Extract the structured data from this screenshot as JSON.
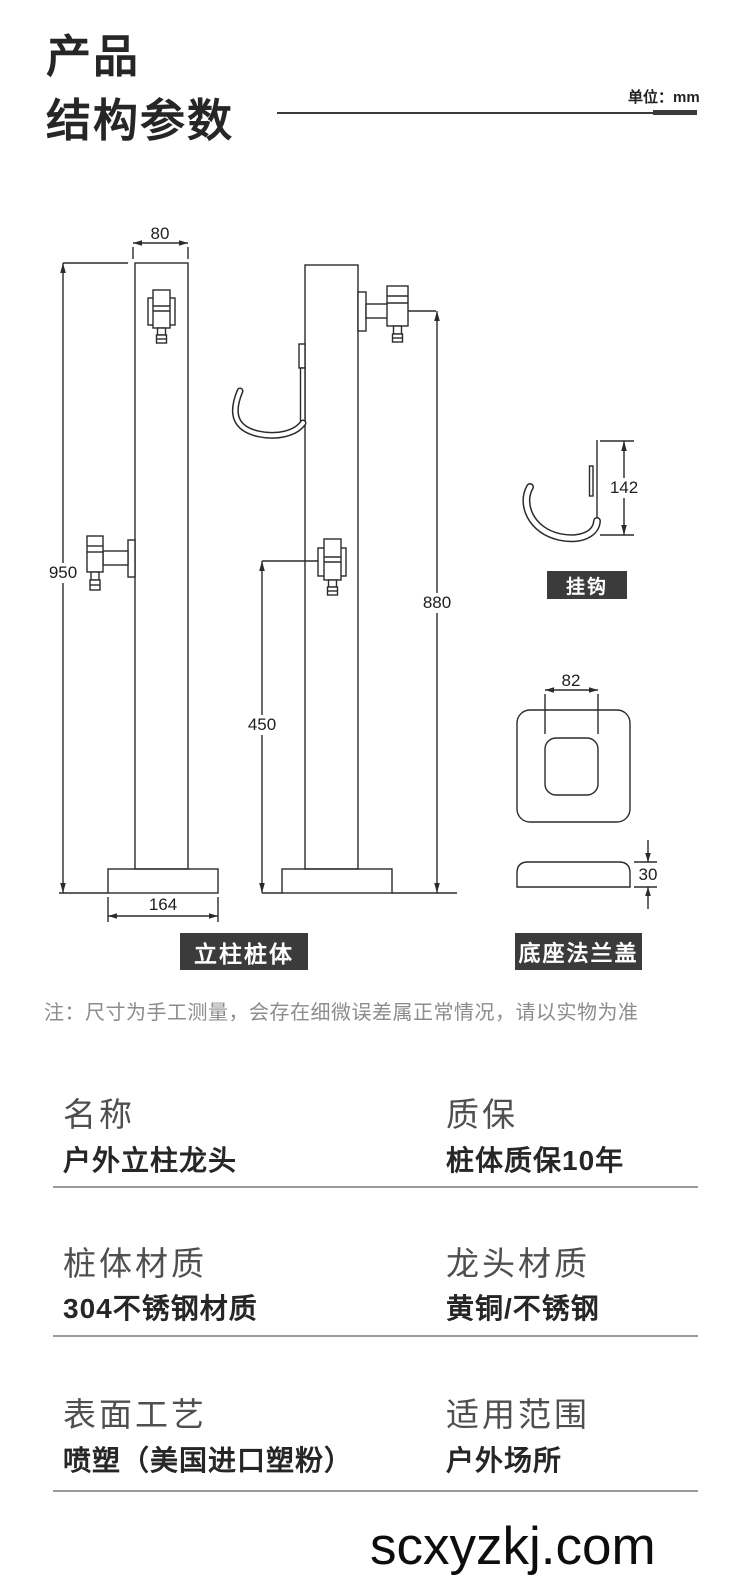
{
  "header": {
    "title_line1": "产品",
    "title_line2": "结构参数",
    "unit": "单位：mm"
  },
  "drawing": {
    "dims": {
      "column_width": "80",
      "column_height": "950",
      "base_width": "164",
      "mid_faucet_height": "450",
      "side_height": "880",
      "hook_height": "142",
      "flange_inner_width": "82",
      "flange_thickness": "30"
    },
    "part_labels": {
      "hook": "挂钩",
      "column": "立柱桩体",
      "flange": "底座法兰盖"
    }
  },
  "note": "注：尺寸为手工测量，会存在细微误差属正常情况，请以实物为准",
  "specs": [
    {
      "label": "名称",
      "value": "户外立柱龙头"
    },
    {
      "label": "质保",
      "value": "桩体质保10年"
    },
    {
      "label": "桩体材质",
      "value": "304不锈钢材质"
    },
    {
      "label": "龙头材质",
      "value": "黄铜/不锈钢"
    },
    {
      "label": "表面工艺",
      "value": "喷塑（美国进口塑粉）"
    },
    {
      "label": "适用范围",
      "value": "户外场所"
    }
  ],
  "watermark": "scxyzkj.com",
  "colors": {
    "line": "#2b2b2b",
    "label_box": "#3b3b3b",
    "divider": "#9b9b9b",
    "note_text": "#8c8c8c",
    "value_text": "#262626"
  }
}
